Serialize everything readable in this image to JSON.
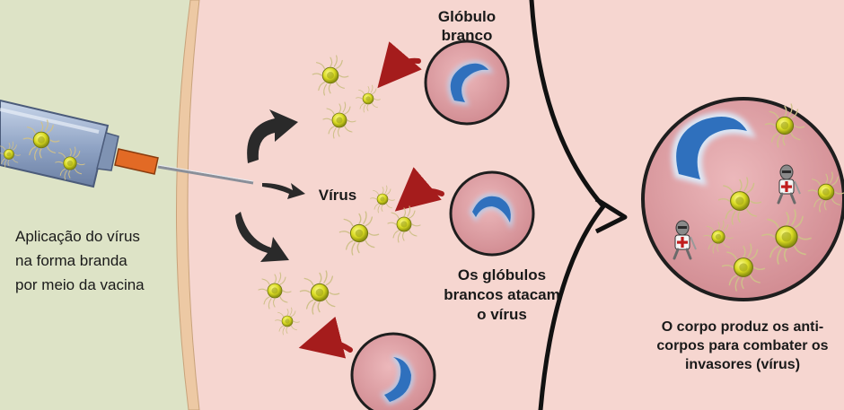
{
  "labels": {
    "vaccine_application": [
      "Aplicação do vírus",
      "na forma branda",
      "por meio da vacina"
    ],
    "white_cell": [
      "Glóbulo",
      "branco"
    ],
    "virus": "Vírus",
    "cells_attack": [
      "Os glóbulos",
      "brancos atacam",
      "o vírus"
    ],
    "antibodies": [
      "O corpo produz os anti-",
      "corpos para combater os",
      "invasores (vírus)"
    ]
  },
  "icons": {
    "syringe": "syringe-icon",
    "virus": "virus-icon",
    "white_blood_cell": "white-blood-cell-icon",
    "antibody": "antibody-knight-icon",
    "arrow": "arrow-icon"
  },
  "colors": {
    "background_left": "#dde3c6",
    "tissue": "#f6d6d0",
    "skin_edge": "#edc9a4",
    "cell_fill": "#de9ea2",
    "cell_outline": "#1e1e1e",
    "nucleus": "#2b6cb8",
    "virus": "#d8d92a",
    "attack_arrow": "#a51c1c",
    "flow_arrow": "#2a2a2a",
    "needle_hub": "#e26a25",
    "syringe_body": "#9fb2cf"
  }
}
